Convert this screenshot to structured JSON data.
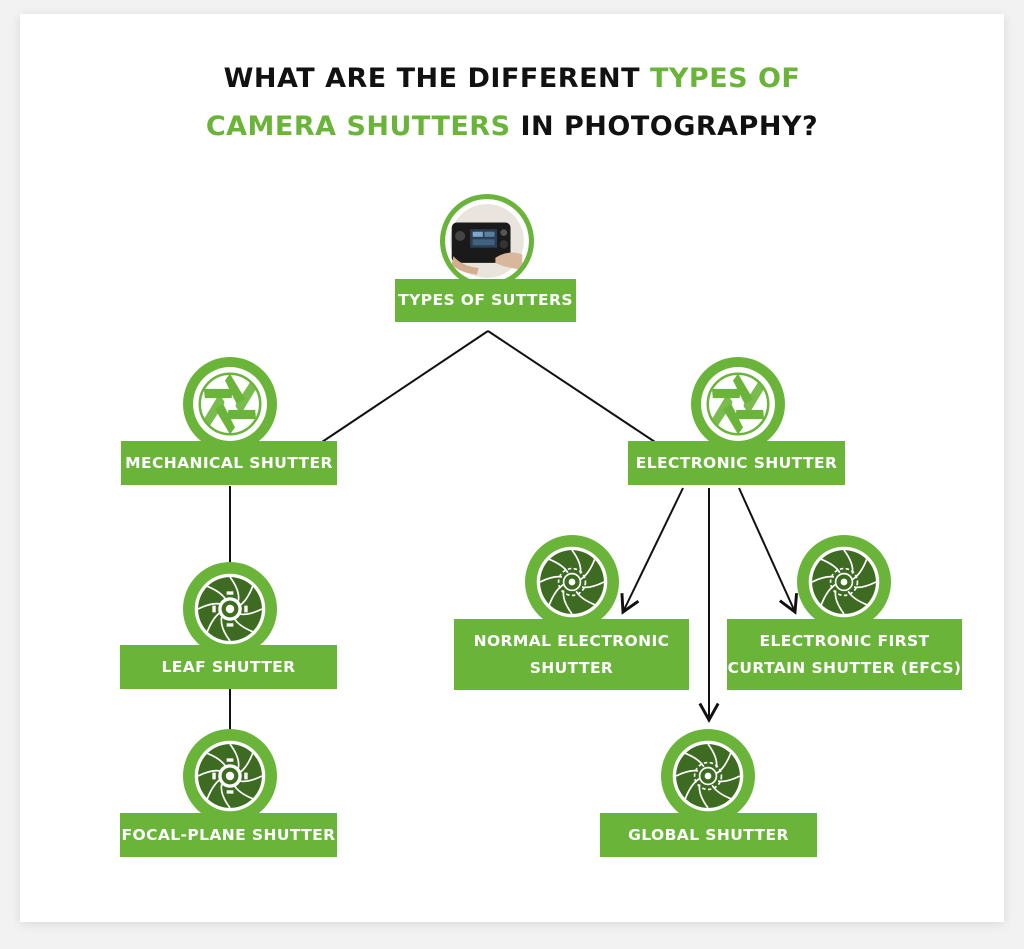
{
  "title": {
    "line1_a": "What are the different ",
    "line1_b": "types of",
    "line2_a": "camera shutters",
    "line2_b": " in photography?"
  },
  "colors": {
    "accent": "#6ab43a",
    "accent_dark": "#3e6b22",
    "text": "#111111"
  },
  "nodes": {
    "root": {
      "label": "TYPES OF SUTTERS",
      "icon": "camera-photo-icon"
    },
    "mechanical": {
      "label": "MECHANICAL SHUTTER",
      "icon": "aperture-icon"
    },
    "electronic": {
      "label": "ELECTRONIC SHUTTER",
      "icon": "aperture-icon"
    },
    "leaf": {
      "label": "LEAF SHUTTER",
      "icon": "shutter-blades-icon"
    },
    "focal": {
      "label": "FOCAL-PLANE SHUTTER",
      "icon": "shutter-blades-icon"
    },
    "normal": {
      "label_line1": "NORMAL ELECTRONIC",
      "label_line2": "SHUTTER",
      "icon": "shutter-blades-icon"
    },
    "efcs": {
      "label_line1": "ELECTRONIC FIRST",
      "label_line2": "CURTAIN SHUTTER (EFCS)",
      "icon": "shutter-blades-icon"
    },
    "global": {
      "label": "GLOBAL SHUTTER",
      "icon": "shutter-blades-icon"
    }
  }
}
